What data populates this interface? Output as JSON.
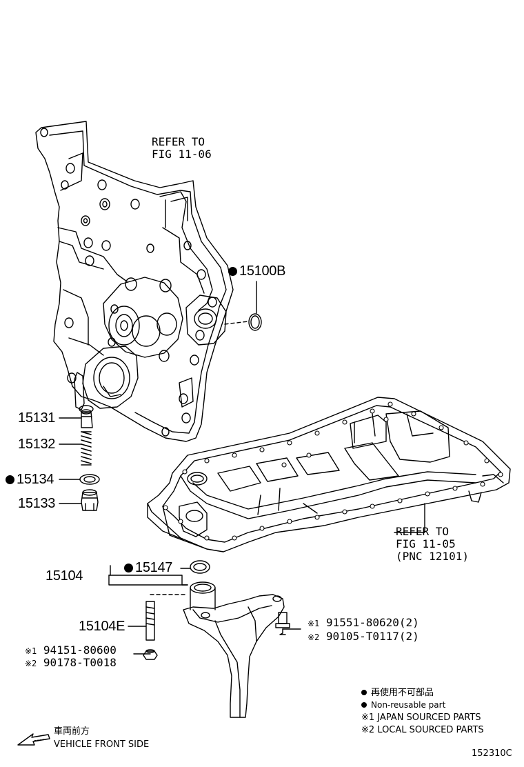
{
  "references": {
    "ref_top_line1": "REFER TO",
    "ref_top_line2": "FIG 11-06",
    "ref_right_line1": "REFER TO",
    "ref_right_line2": "FIG 11-05",
    "ref_right_line3": "(PNC 12101)"
  },
  "parts": {
    "p15100B": "15100B",
    "p15131": "15131",
    "p15132": "15132",
    "p15134": "15134",
    "p15133": "15133",
    "p15104": "15104",
    "p15147": "15147",
    "p15104E": "15104E",
    "bolt_j_mark": "※1",
    "bolt_j": "91551-80620(2)",
    "bolt_l_mark": "※2",
    "bolt_l": "90105-T0117(2)",
    "nut_j_mark": "※1",
    "nut_j": "94151-80600",
    "nut_l_mark": "※2",
    "nut_l": "90178-T0018"
  },
  "legend": {
    "jp_nonreusable": "再使用不可部品",
    "non_reusable": "Non-reusable part",
    "japan_sourced": "※1 JAPAN SOURCED PARTS",
    "local_sourced": "※2 LOCAL SOURCED PARTS"
  },
  "front": {
    "jp": "車両前方",
    "en": "VEHICLE FRONT SIDE"
  },
  "figure_code": "152310C"
}
